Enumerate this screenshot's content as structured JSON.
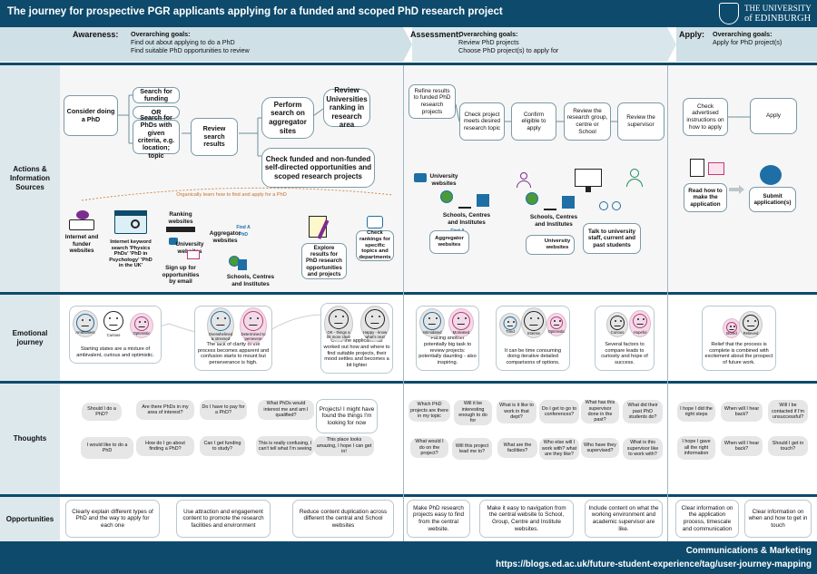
{
  "header": {
    "title": "The journey for prospective PGR applicants applying for a funded and scoped PhD research project",
    "logo_line1": "THE UNIVERSITY",
    "logo_line2": "of EDINBURGH"
  },
  "stages": [
    {
      "name": "Awareness:",
      "goal_title": "Overarching goals:",
      "goal_lines": [
        "Find out about applying to do a PhD",
        "Find suitable PhD opportunities to review"
      ]
    },
    {
      "name": "Assessment:",
      "goal_title": "Overarching goals:",
      "goal_lines": [
        "Review PhD projects",
        "Choose PhD project(s) to apply for"
      ]
    },
    {
      "name": "Apply:",
      "goal_title": "Overarching goals:",
      "goal_lines": [
        "Apply for PhD project(s)"
      ]
    }
  ],
  "rows": {
    "actions": "Actions & Information Sources",
    "emotional": "Emotional journey",
    "thoughts": "Thoughts",
    "opportunities": "Opportunities"
  },
  "actions": {
    "consider": "Consider doing a PhD",
    "search_funding": "Search for funding",
    "or": "OR",
    "search_phds": "Search for PhDs with given criteria, e.g. location; topic",
    "review_search": "Review search results",
    "perform_search": "Perform search on aggregator sites",
    "review_unis": "Review Universities ranking in research area",
    "check_funded": "Check funded and non-funded self-directed opportunities and scoped research projects",
    "organic": "Organically learn how to find and apply for a PhD",
    "internet_funder": "Internet and funder websites",
    "internet_keyword": "Internet keyword search 'Physics PhDs' 'PhD in Psychology' 'PhD in the UK'",
    "ranking": "Ranking websites",
    "uni_websites": "University websites",
    "aggregator": "Aggregator websites",
    "signup": "Sign up for opportunities by email",
    "schools": "Schools, Centres and Institutes",
    "explore": "Explore results for PhD research opportunities and projects",
    "check_rankings": "Check rankings for specific topics and departments",
    "findaphd": "Find A PhD",
    "refine": "Refine results to funded PhD research projects",
    "check_project": "Check project meets desired research topic",
    "confirm": "Confirm eligible to apply",
    "review_group": "Review the research group, centre or School",
    "review_supervisor": "Review the supervisor",
    "a_uni_websites": "University websites",
    "a_schools": "Schools, Centres and Institutes",
    "a_aggregator": "Aggregator websites",
    "a_schools2": "Schools, Centres and Institutes",
    "a_uni2": "University websites",
    "talk": "Talk to university staff, current and past students",
    "check_advertised": "Check advertised instructions on how to apply",
    "apply": "Apply",
    "read_how": "Read how to make the application",
    "submit": "Submit application(s)"
  },
  "emotions": {
    "faces": [
      "Ambivalent",
      "Curious",
      "Optimistic",
      "Overwhelmed & stressed",
      "Determined to persevere",
      "OK - things a bit more clear",
      "Happy - know what's next",
      "Intimidated",
      "Motivated",
      "Tired",
      "Intense",
      "Optimistic",
      "Curious",
      "Hopeful",
      "Bored",
      "Relieved"
    ],
    "texts": [
      "Starting states are a mixture of ambivalent, curious and optimistic.",
      "The lack of clarity of the process becomes apparent and confusion starts to mount but perseverance is high.",
      "Once the applicant has worked out how and where to find suitable projects, their mood settles and becomes a bit lighter",
      "Facing another potentially big task to review projects: potentially daunting - also inspiring.",
      "It can be time consuming doing iterative detailed comparisons of options.",
      "Several factors to compare leads to curiosity and hope of success.",
      "Relief that the process is complete is combined with excitement about the prospect of future work."
    ]
  },
  "thoughts": [
    "Should I do a PhD?",
    "Are there PhDs in my area of interest?",
    "Do I have to pay for a PhD?",
    "What PhDs would interest me and am I qualified?",
    "Projects! I might have found the things I'm looking for now",
    "I would like to do a PhD",
    "How do I go about finding a PhD?",
    "Can I get funding to study?",
    "This is really confusing, I can't tell what I'm seeing",
    "This place looks amazing, I hope I can get in!",
    "Which PhD projects are there in my topic",
    "Will it be interesting enough to do for",
    "What is it like to work in that dept?",
    "Do I get to go to conferences?",
    "What has this supervisor done in the past?",
    "What did their past PhD students do?",
    "What would I do on the project?",
    "Will this project lead me to?",
    "What are the facilities?",
    "Who else will I work with? what are they like?",
    "Who have they supervised?",
    "What is this supervisor like to work with?",
    "I hope I did the right steps",
    "When will I hear back?",
    "Will I be contacted if I'm unsuccessful?",
    "I hope I gave all the right information",
    "When will I hear back?",
    "Should I get in touch?"
  ],
  "opportunities": [
    "Clearly explain different types of PhD and the way to apply for each one",
    "Use attraction and engagement content to promote the research facilities and environment",
    "Reduce content duplication across different the central and School websites",
    "Make PhD research projects easy to find from the central website.",
    "Make it easy to navigation from the central website to School, Group, Centre and Institute websites.",
    "Include content on what the working environment and academic supervisor are like.",
    "Clear information on the application process, timescale and communication",
    "Clear information on when and how to get in touch"
  ],
  "footer": {
    "line1": "Communications & Marketing",
    "line2": "https://blogs.ed.ac.uk/future-student-experience/tag/user-journey-mapping"
  },
  "colors": {
    "navy": "#0d4a6b",
    "stage_bg": "#cfe0e6",
    "face_grey": "#e5e5e5",
    "face_pink": "#f2dbe8"
  }
}
